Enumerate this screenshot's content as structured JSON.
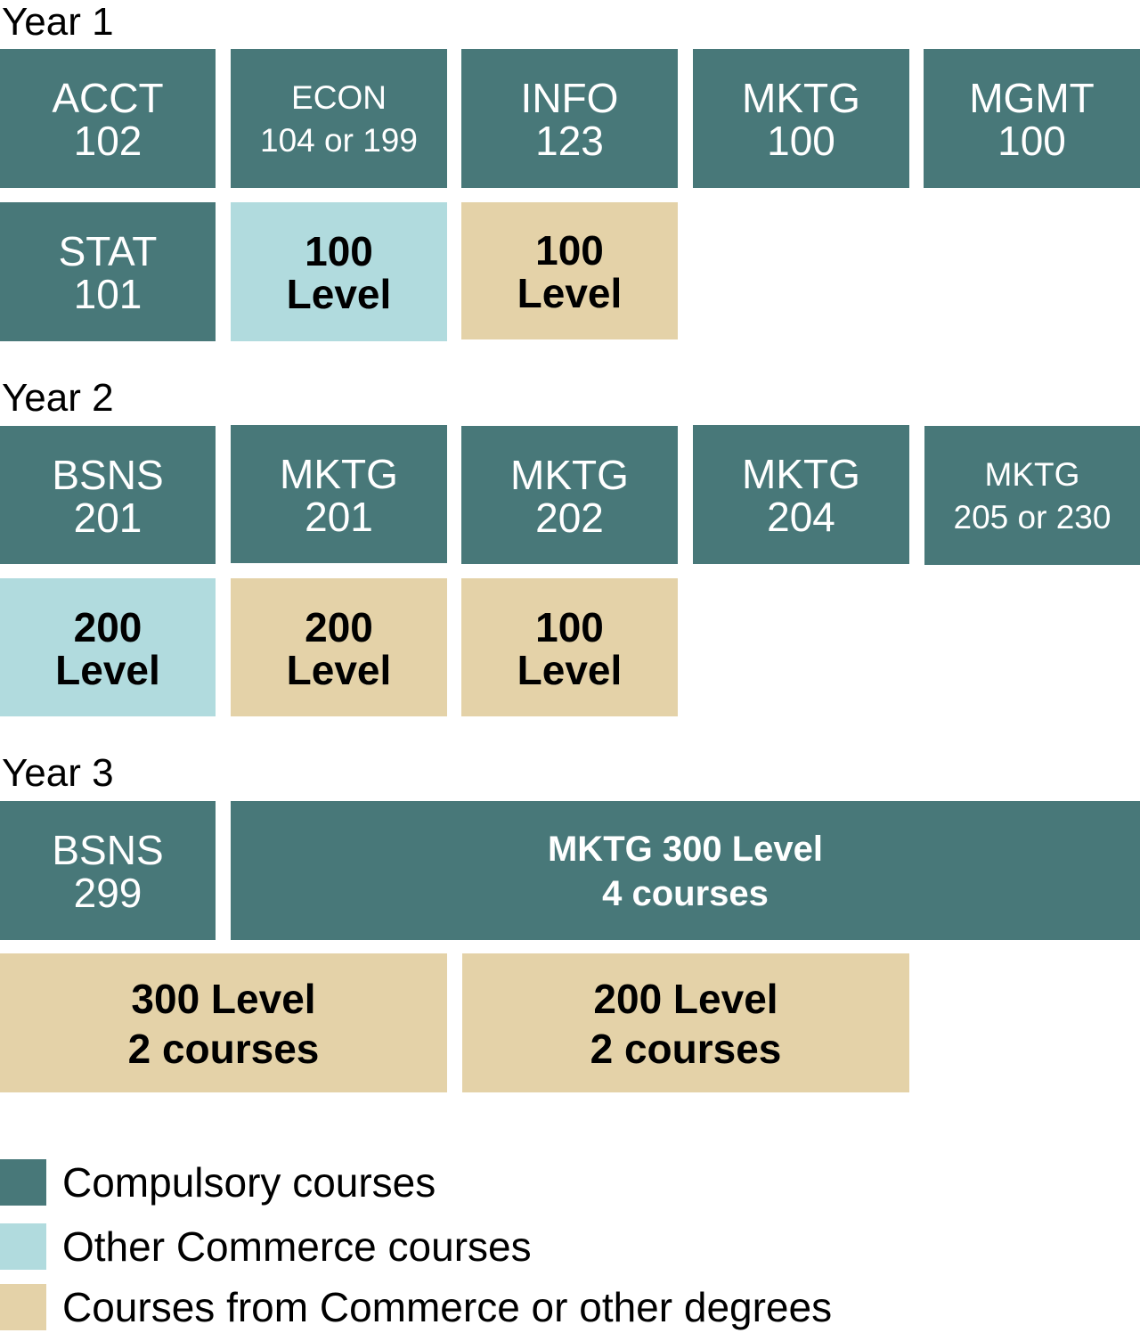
{
  "colors": {
    "compulsory": "#487879",
    "other_commerce": "#b1dbde",
    "commerce_or_other": "#e4d2a8"
  },
  "year1": {
    "label": "Year 1",
    "boxes": [
      {
        "l1": "ACCT",
        "l2": "102"
      },
      {
        "l1": "ECON",
        "l2": "104 or 199"
      },
      {
        "l1": "INFO",
        "l2": "123"
      },
      {
        "l1": "MKTG",
        "l2": "100"
      },
      {
        "l1": "MGMT",
        "l2": "100"
      },
      {
        "l1": "STAT",
        "l2": "101"
      },
      {
        "l1": "100",
        "l2": "Level"
      },
      {
        "l1": "100",
        "l2": "Level"
      }
    ]
  },
  "year2": {
    "label": "Year 2",
    "boxes": [
      {
        "l1": "BSNS",
        "l2": "201"
      },
      {
        "l1": "MKTG",
        "l2": "201"
      },
      {
        "l1": "MKTG",
        "l2": "202"
      },
      {
        "l1": "MKTG",
        "l2": "204"
      },
      {
        "l1": "MKTG",
        "l2": "205 or 230"
      },
      {
        "l1": "200",
        "l2": "Level"
      },
      {
        "l1": "200",
        "l2": "Level"
      },
      {
        "l1": "100",
        "l2": "Level"
      }
    ]
  },
  "year3": {
    "label": "Year 3",
    "boxes": [
      {
        "l1": "BSNS",
        "l2": "299"
      },
      {
        "l1": "MKTG 300 Level",
        "l2": "4 courses"
      },
      {
        "l1": "300 Level",
        "l2": "2 courses"
      },
      {
        "l1": "200 Level",
        "l2": "2 courses"
      }
    ]
  },
  "legend": [
    {
      "label": "Compulsory courses"
    },
    {
      "label": "Other Commerce courses"
    },
    {
      "label": "Courses from Commerce or other degrees"
    }
  ]
}
